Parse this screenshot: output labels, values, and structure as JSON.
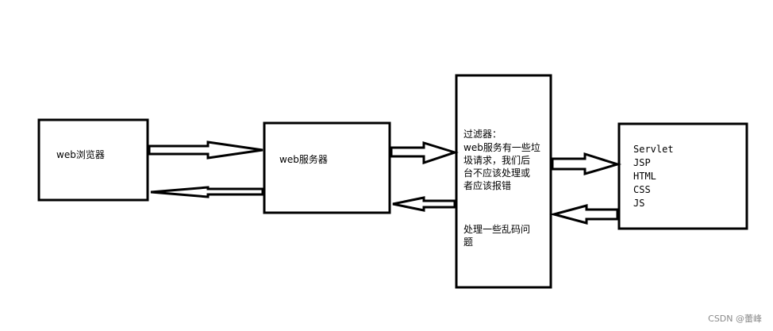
{
  "nodes": {
    "browser": {
      "label": "web浏览器"
    },
    "server": {
      "label": "web服务器"
    },
    "filter": {
      "title": "过滤器：",
      "desc1": "web服务有一些垃\n圾请求，我们后\n台不应该处理或\n者应该报错",
      "desc2": "处理一些乱码问\n题"
    },
    "backend": {
      "items": [
        "Servlet",
        "JSP",
        "HTML",
        "CSS",
        "JS"
      ]
    }
  },
  "watermark": "CSDN @蕾峰"
}
